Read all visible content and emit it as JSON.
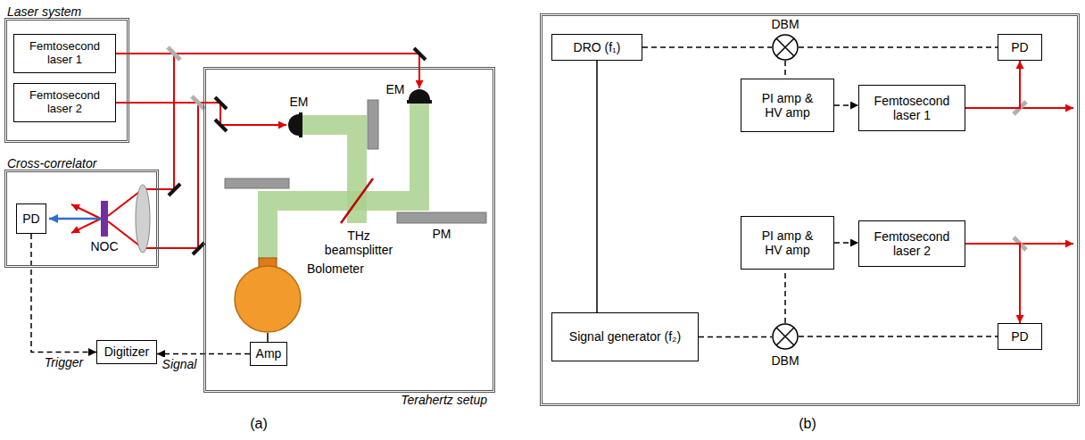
{
  "diagram": {
    "nodes": [
      {
        "text": [
          "Laser system"
        ]
      },
      {
        "text": [
          "Femtosecond laser 1"
        ],
        "in": 0
      },
      {
        "text": [
          "Femtosecond laser 2"
        ],
        "in": 0
      },
      {
        "text": [
          "Cross-correlator"
        ]
      },
      {
        "text": [
          "PD"
        ],
        "in": 3
      },
      {
        "text": [
          "Terahertz setup"
        ]
      },
      {
        "text": [
          "Bolometer"
        ],
        "in": 5
      },
      {
        "text": [
          "Amp"
        ],
        "in": 5
      },
      {
        "text": [
          "Digitizer"
        ]
      },
      {
        "text": [
          "DRO (f₁)"
        ]
      },
      {
        "text": [
          "DBM"
        ]
      },
      {
        "text": [
          "PD"
        ]
      },
      {
        "text": [
          "PI amp & HV amp"
        ]
      },
      {
        "text": [
          "Femtosecond laser 1"
        ]
      },
      {
        "text": [
          "PI amp & HV amp"
        ]
      },
      {
        "text": [
          "Femtosecond laser 2"
        ]
      },
      {
        "text": [
          "Signal generator (f₂)"
        ]
      },
      {
        "text": [
          "DBM"
        ]
      },
      {
        "text": [
          "PD"
        ]
      }
    ],
    "edges": [
      {
        "from": 4,
        "to": 8,
        "arrow": "to",
        "label": "Trigger"
      },
      {
        "from": 7,
        "to": 8,
        "arrow": "to",
        "label": "Signal"
      },
      {
        "from": 6,
        "to": 7,
        "arrow": "none"
      },
      {
        "from": 9,
        "to": 10,
        "arrow": "none"
      },
      {
        "from": 10,
        "to": 11,
        "arrow": "none"
      },
      {
        "from": 10,
        "to": 12,
        "arrow": "none"
      },
      {
        "from": 12,
        "to": 13,
        "arrow": "to"
      },
      {
        "from": 13,
        "to": 11,
        "arrow": "to"
      },
      {
        "from": 9,
        "to": 16,
        "arrow": "none"
      },
      {
        "from": 16,
        "to": 17,
        "arrow": "none"
      },
      {
        "from": 17,
        "to": 18,
        "arrow": "none"
      },
      {
        "from": 17,
        "to": 14,
        "arrow": "none"
      },
      {
        "from": 14,
        "to": 15,
        "arrow": "to"
      },
      {
        "from": 15,
        "to": 18,
        "arrow": "to"
      }
    ],
    "labels": [
      "EM",
      "EM",
      "THz beamsplitter",
      "PM",
      "NOC",
      "(a)",
      "(b)"
    ]
  }
}
